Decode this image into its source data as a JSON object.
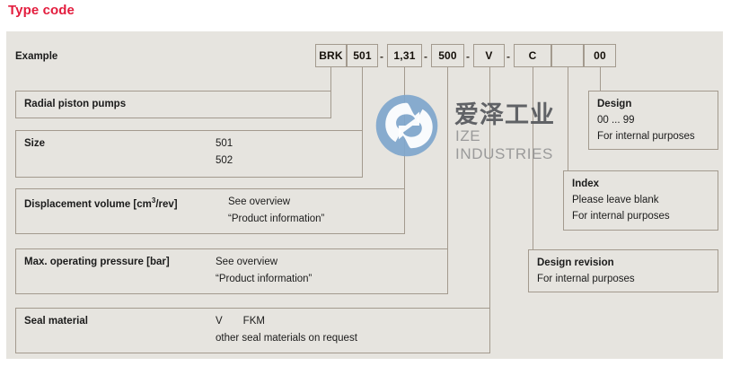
{
  "page": {
    "title": "Type code",
    "title_color": "#E31C3D",
    "panel_bg": "#E6E4DF",
    "border_color": "#A39A8E"
  },
  "example": {
    "label": "Example",
    "separator": "-",
    "code_boxes": [
      {
        "name": "series",
        "value": "BRK",
        "sep_after": false
      },
      {
        "name": "size",
        "value": "501",
        "sep_after": true
      },
      {
        "name": "displacement",
        "value": "1,31",
        "sep_after": true
      },
      {
        "name": "pressure",
        "value": "500",
        "sep_after": true
      },
      {
        "name": "seal-material",
        "value": "V",
        "sep_after": true
      },
      {
        "name": "design-revision",
        "value": "C",
        "sep_after": false
      },
      {
        "name": "index",
        "value": "",
        "sep_after": false
      },
      {
        "name": "design",
        "value": "00",
        "sep_after": false
      }
    ]
  },
  "left_rows": [
    {
      "name": "radial-piston-pumps",
      "label": "Radial piston pumps",
      "values": []
    },
    {
      "name": "size",
      "label": "Size",
      "values": [
        "501",
        "502"
      ]
    },
    {
      "name": "displacement-volume",
      "label_html": "Displacement volume [cm<sup>3</sup>/rev]",
      "label": "Displacement volume [cm3/rev]",
      "values": [
        "See overview",
        "“Product information”"
      ]
    },
    {
      "name": "max-operating-pressure",
      "label": "Max. operating pressure [bar]",
      "values": [
        "See overview",
        "“Product information”"
      ]
    },
    {
      "name": "seal-material",
      "label": "Seal material",
      "values": [
        "V  FKM",
        "other seal materials on request"
      ]
    }
  ],
  "right_rows": [
    {
      "name": "design",
      "label": "Design",
      "values": [
        "00 ... 99",
        "For internal purposes"
      ]
    },
    {
      "name": "index",
      "label": "Index",
      "values": [
        "Please leave blank",
        "For internal purposes"
      ]
    },
    {
      "name": "design-revision",
      "label": "Design revision",
      "values": [
        "For internal purposes"
      ]
    }
  ],
  "watermark": {
    "chinese": "爱泽工业",
    "english": "IZE INDUSTRIES",
    "circle_color": "#7FA6CC",
    "icon": "logo-mark"
  }
}
